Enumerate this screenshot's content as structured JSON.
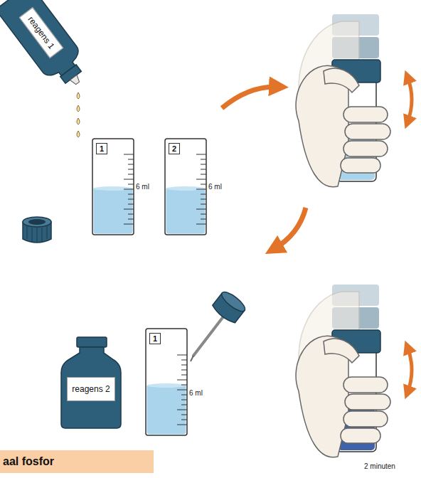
{
  "diagram": {
    "nodes": [
      {
        "text": [
          "reagens 1"
        ]
      },
      {
        "text": [
          "1"
        ]
      },
      {
        "text": [
          "2"
        ]
      },
      {
        "text": [
          "1"
        ]
      },
      {
        "text": [
          "reagens 2"
        ]
      },
      {
        "text": [
          "aal fosfor"
        ]
      }
    ],
    "labels": [
      "6 ml",
      "6 ml",
      "6 ml",
      "2 minuten"
    ]
  }
}
